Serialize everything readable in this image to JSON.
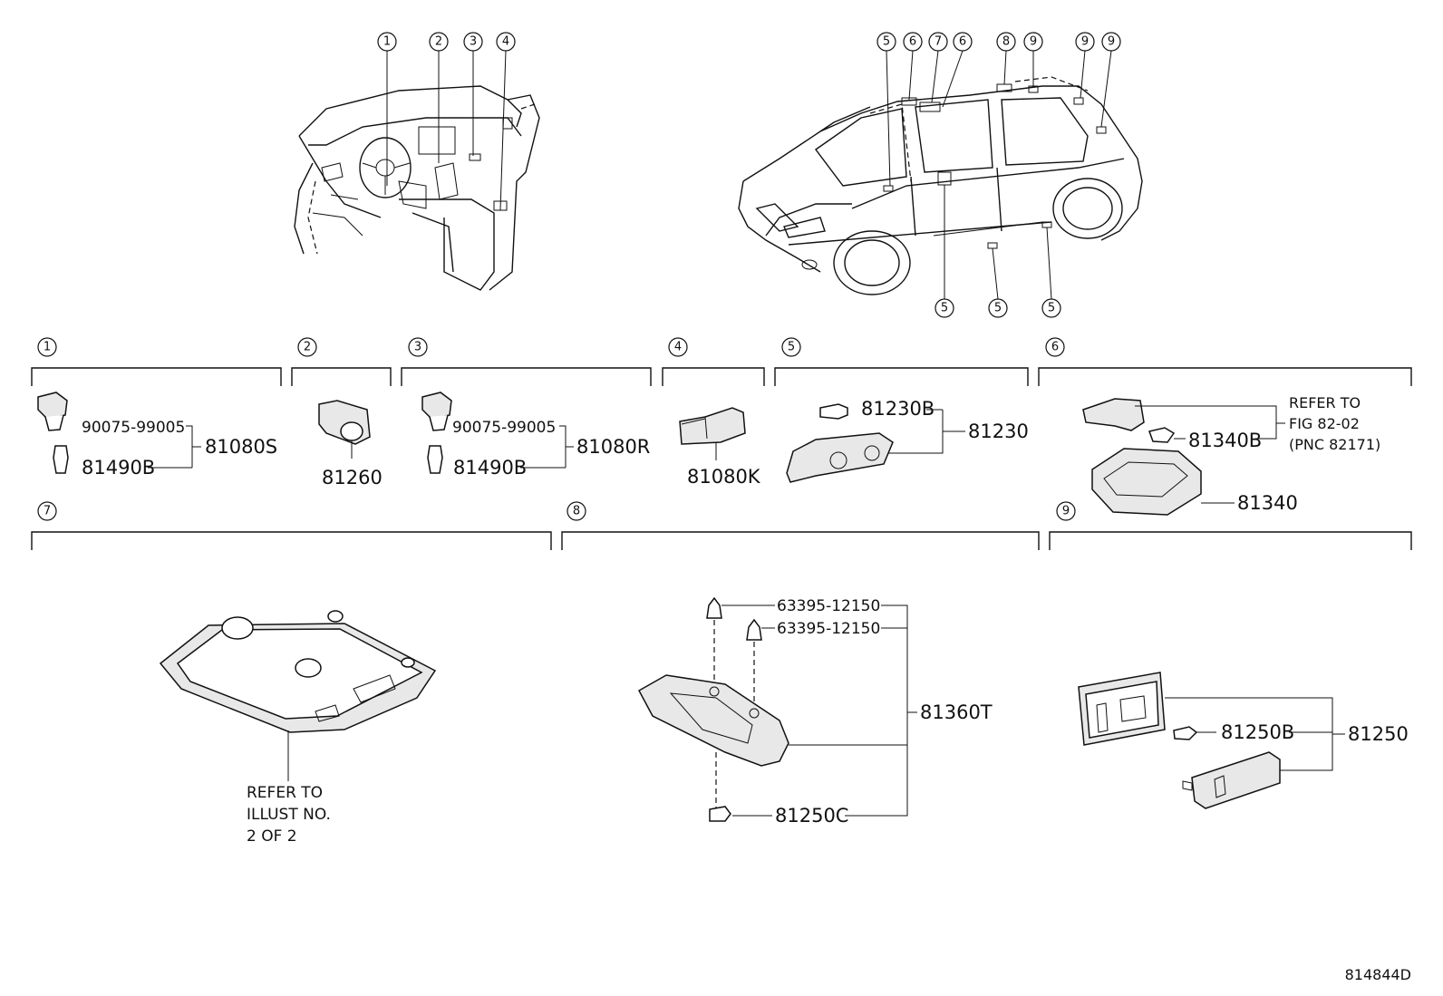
{
  "figure_number": "814844D",
  "sections": [
    {
      "number": "1"
    },
    {
      "number": "2"
    },
    {
      "number": "3"
    },
    {
      "number": "4"
    },
    {
      "number": "5"
    },
    {
      "number": "6"
    },
    {
      "number": "7"
    },
    {
      "number": "8"
    },
    {
      "number": "9"
    }
  ],
  "overview_callouts": {
    "interior": [
      "1",
      "2",
      "3",
      "4"
    ],
    "car_top": [
      "5",
      "6",
      "7",
      "6",
      "8",
      "9",
      "9",
      "9"
    ],
    "car_bottom": [
      "5",
      "5",
      "5"
    ]
  },
  "parts": {
    "s1": {
      "screw": "90075-99005",
      "bulb": "81490B",
      "assembly": "81080S"
    },
    "s2": {
      "part": "81260"
    },
    "s3": {
      "screw": "90075-99005",
      "bulb": "81490B",
      "assembly": "81080R"
    },
    "s4": {
      "part": "81080K"
    },
    "s5": {
      "bulb": "81230B",
      "assembly": "81230"
    },
    "s6": {
      "bulb": "81340B",
      "assembly": "81340",
      "refer_line1": "REFER TO",
      "refer_line2": "FIG 82-02",
      "refer_line3": "(PNC 82171)"
    },
    "s7": {
      "refer_line1": "REFER TO",
      "refer_line2": "ILLUST NO.",
      "refer_line3": "2 OF 2"
    },
    "s8": {
      "clip1": "63395-12150",
      "clip2": "63395-12150",
      "bulb": "81250C",
      "assembly": "81360T"
    },
    "s9": {
      "bulb": "81250B",
      "assembly": "81250"
    }
  }
}
